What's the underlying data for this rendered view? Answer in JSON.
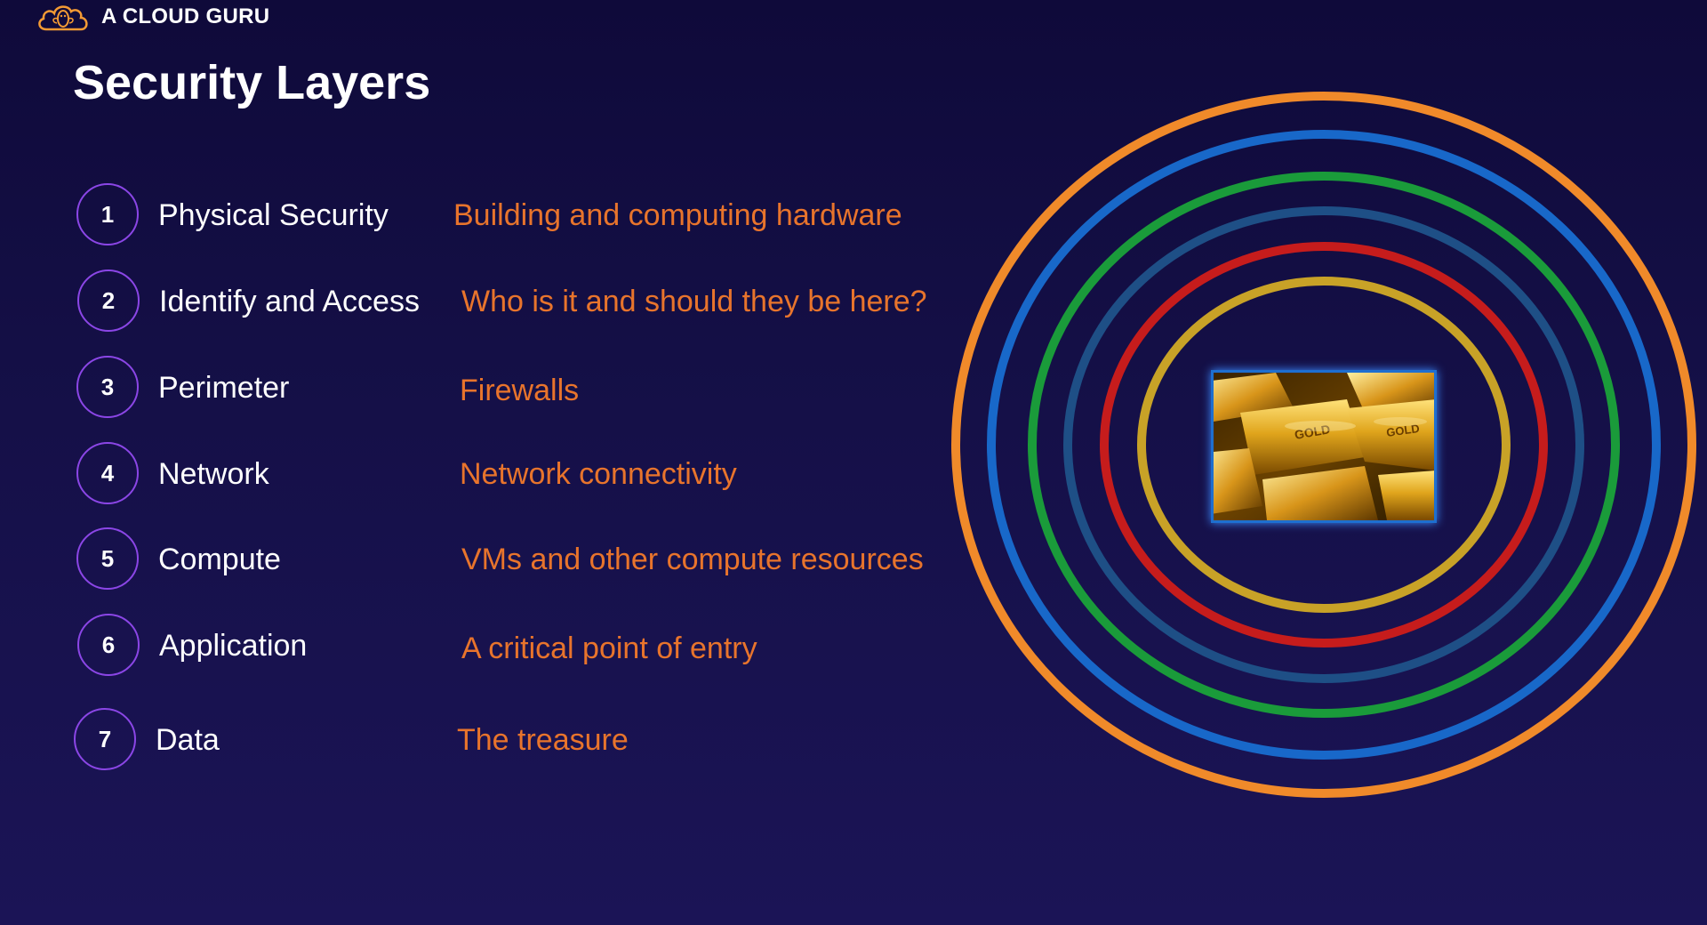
{
  "brand": {
    "name": "A CLOUD GURU",
    "accent": "#f39a34"
  },
  "title": "Security Layers",
  "layers": [
    {
      "number": "1",
      "name": "Physical Security",
      "description": "Building and computing hardware"
    },
    {
      "number": "2",
      "name": "Identify and Access",
      "description": "Who is it and should they be here?"
    },
    {
      "number": "3",
      "name": "Perimeter",
      "description": "Firewalls"
    },
    {
      "number": "4",
      "name": "Network",
      "description": "Network connectivity"
    },
    {
      "number": "5",
      "name": "Compute",
      "description": "VMs and other compute resources"
    },
    {
      "number": "6",
      "name": "Application",
      "description": "A critical point of entry"
    },
    {
      "number": "7",
      "name": "Data",
      "description": "The treasure"
    }
  ],
  "rings": {
    "colors_outer_to_inner": [
      "#f08a2a",
      "#1868c9",
      "#1a9b3a",
      "#1e4f86",
      "#c61c1c",
      "#c8a227"
    ]
  },
  "center_image": {
    "icon": "gold-bars-image",
    "bar_text": "GOLD"
  }
}
